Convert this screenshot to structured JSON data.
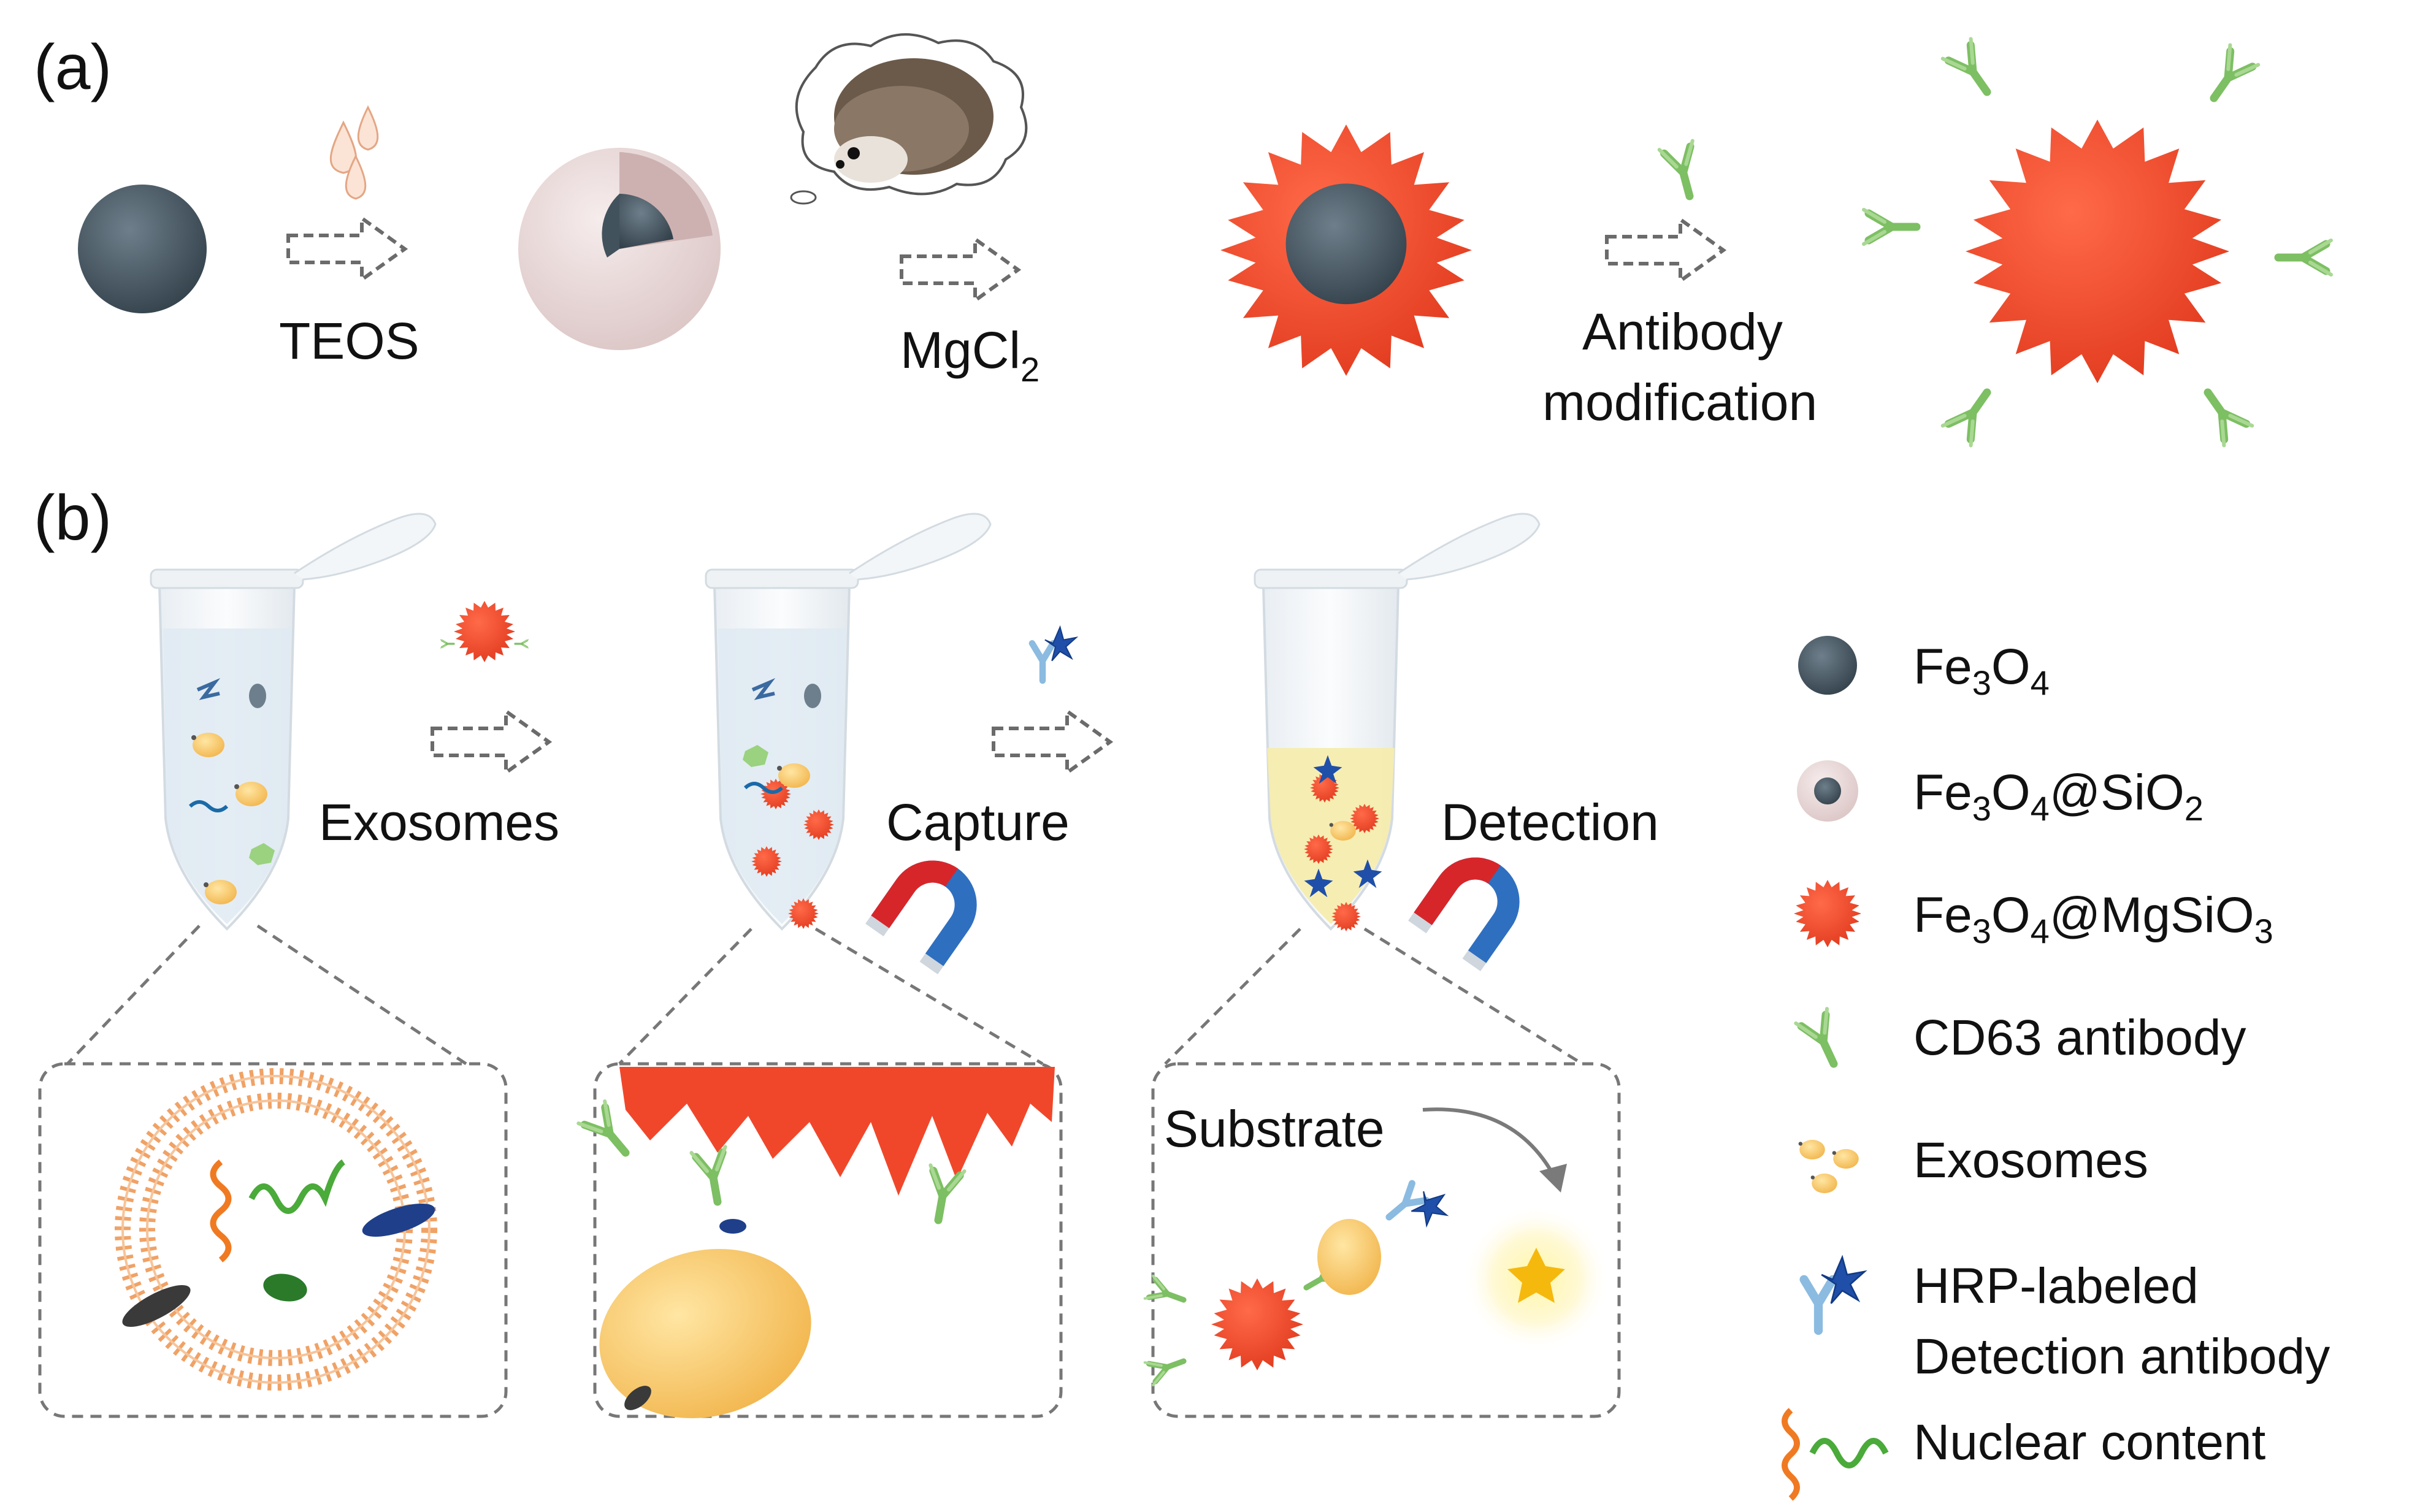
{
  "panel_a": {
    "label": "(a)",
    "step1": "TEOS",
    "step2_main": "MgCl",
    "step2_sub": "2",
    "step3_line1": "Antibody",
    "step3_line2": "modification"
  },
  "panel_b": {
    "label": "(b)",
    "step1": "Exosomes",
    "step2": "Capture",
    "step3": "Detection",
    "substrate": "Substrate"
  },
  "legend": {
    "fe3o4": {
      "a": "Fe",
      "b": "3",
      "c": "O",
      "d": "4"
    },
    "fe3o4_sio2": {
      "a": "Fe",
      "b": "3",
      "c": "O",
      "d": "4",
      "e": "@SiO",
      "f": "2"
    },
    "fe3o4_mgsio3": {
      "a": "Fe",
      "b": "3",
      "c": "O",
      "d": "4",
      "e": "@MgSiO",
      "f": "3"
    },
    "cd63": "CD63 antibody",
    "exosomes": "Exosomes",
    "hrp_line1": "HRP-labeled",
    "hrp_line2": "Detection antibody",
    "nuclear": "Nuclear content"
  },
  "colors": {
    "fe3o4": "#4a5a66",
    "silica": "#eddcdc",
    "mgsio3": "#f0472b",
    "antibody": "#7dbf63",
    "exosome": "#f5c86a",
    "hrp": "#1f4fa8",
    "magnet_red": "#d7262a",
    "magnet_blue": "#2f6fc0",
    "tube_liquid": "#dfeaf2",
    "tube_yellow": "#f6ecae",
    "rna_orange": "#f07a22",
    "rna_green": "#4aaa3a"
  }
}
